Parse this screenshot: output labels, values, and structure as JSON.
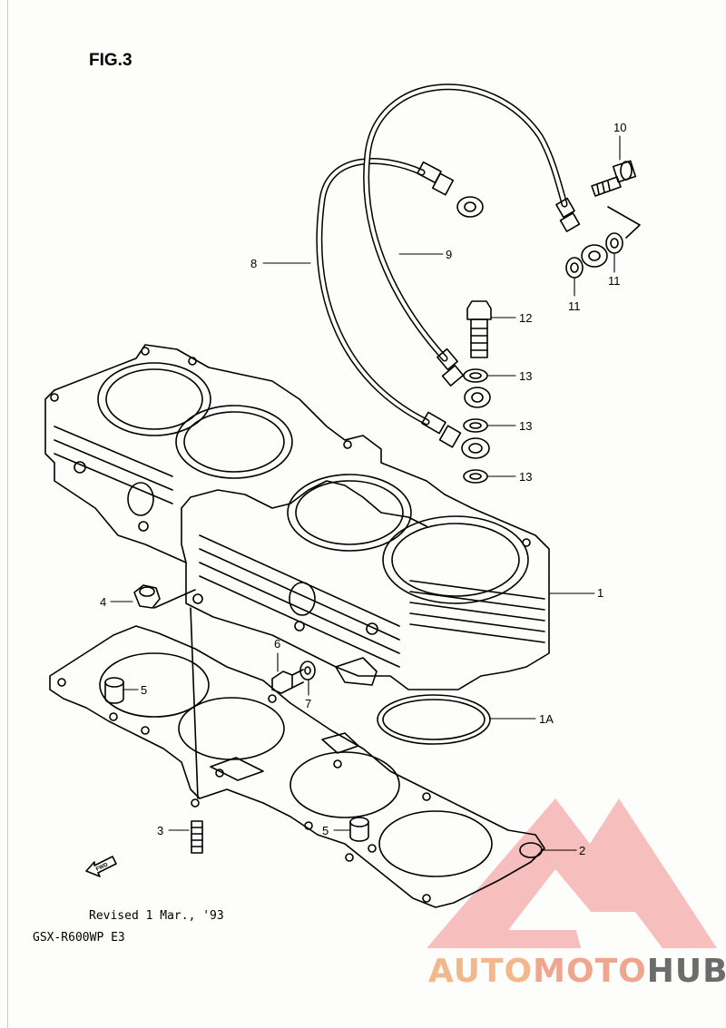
{
  "figure": {
    "title": "FIG.3"
  },
  "notes": {
    "revised": "Revised 1 Mar., '93",
    "model": "GSX-R600WP E3"
  },
  "callouts": [
    "1",
    "1A",
    "2",
    "3",
    "4",
    "5",
    "5",
    "6",
    "7",
    "8",
    "9",
    "10",
    "11",
    "11",
    "12",
    "13",
    "13",
    "13"
  ],
  "fwd_marker": {
    "label": "FWD",
    "icon": "fwd-arrow-icon"
  },
  "watermark": {
    "logo_icon": "triangle-logo-icon",
    "part1": "AUTO",
    "part2": "MOTO",
    "part3": "HUB",
    "colors": {
      "auto": "#f2b78a",
      "moto": "#f0a58f",
      "hub": "#6c6c6c",
      "logo": "#f28c8c"
    }
  }
}
